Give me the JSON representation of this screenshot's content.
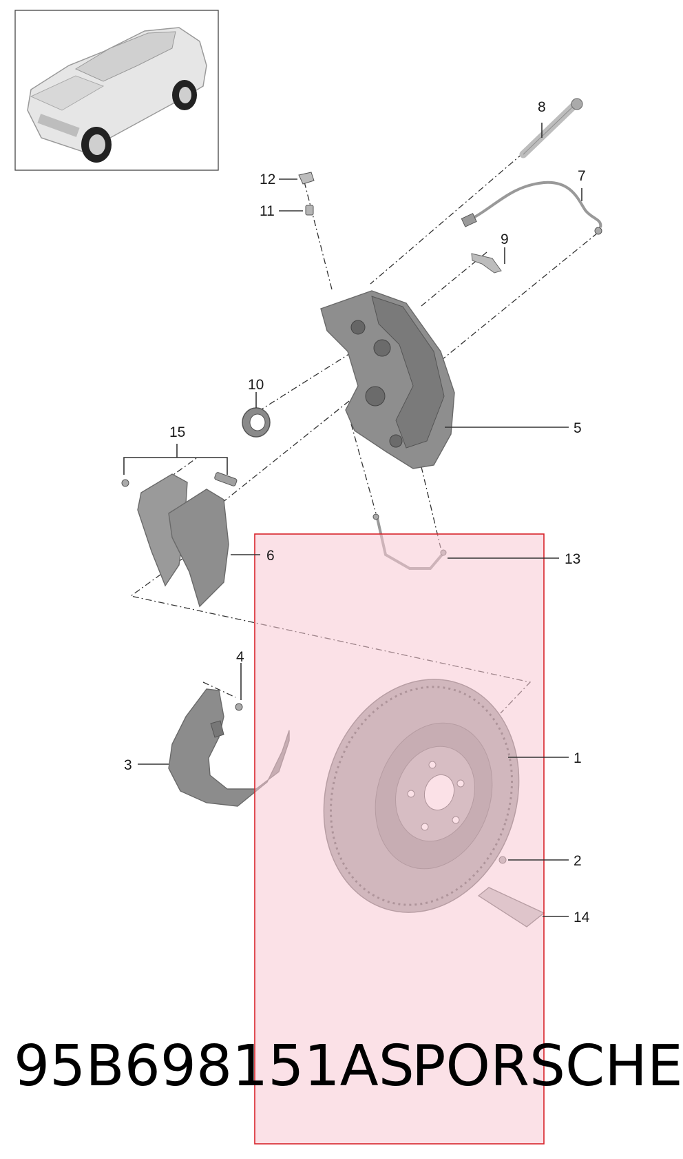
{
  "callouts": [
    {
      "id": "1",
      "label": "1"
    },
    {
      "id": "2",
      "label": "2"
    },
    {
      "id": "3",
      "label": "3"
    },
    {
      "id": "4",
      "label": "4"
    },
    {
      "id": "5",
      "label": "5"
    },
    {
      "id": "6",
      "label": "6"
    },
    {
      "id": "7",
      "label": "7"
    },
    {
      "id": "8",
      "label": "8"
    },
    {
      "id": "9",
      "label": "9"
    },
    {
      "id": "10",
      "label": "10"
    },
    {
      "id": "11",
      "label": "11"
    },
    {
      "id": "12",
      "label": "12"
    },
    {
      "id": "13",
      "label": "13"
    },
    {
      "id": "14",
      "label": "14"
    },
    {
      "id": "15",
      "label": "15"
    }
  ],
  "footer": {
    "part_number": "95B698151AS",
    "brand": "PORSCHE"
  },
  "colors": {
    "highlight_fill": "#f7c9d4",
    "highlight_stroke": "#d8232a",
    "part_gray": "#8c8c8c",
    "disc_gray": "#9a9a9a"
  }
}
